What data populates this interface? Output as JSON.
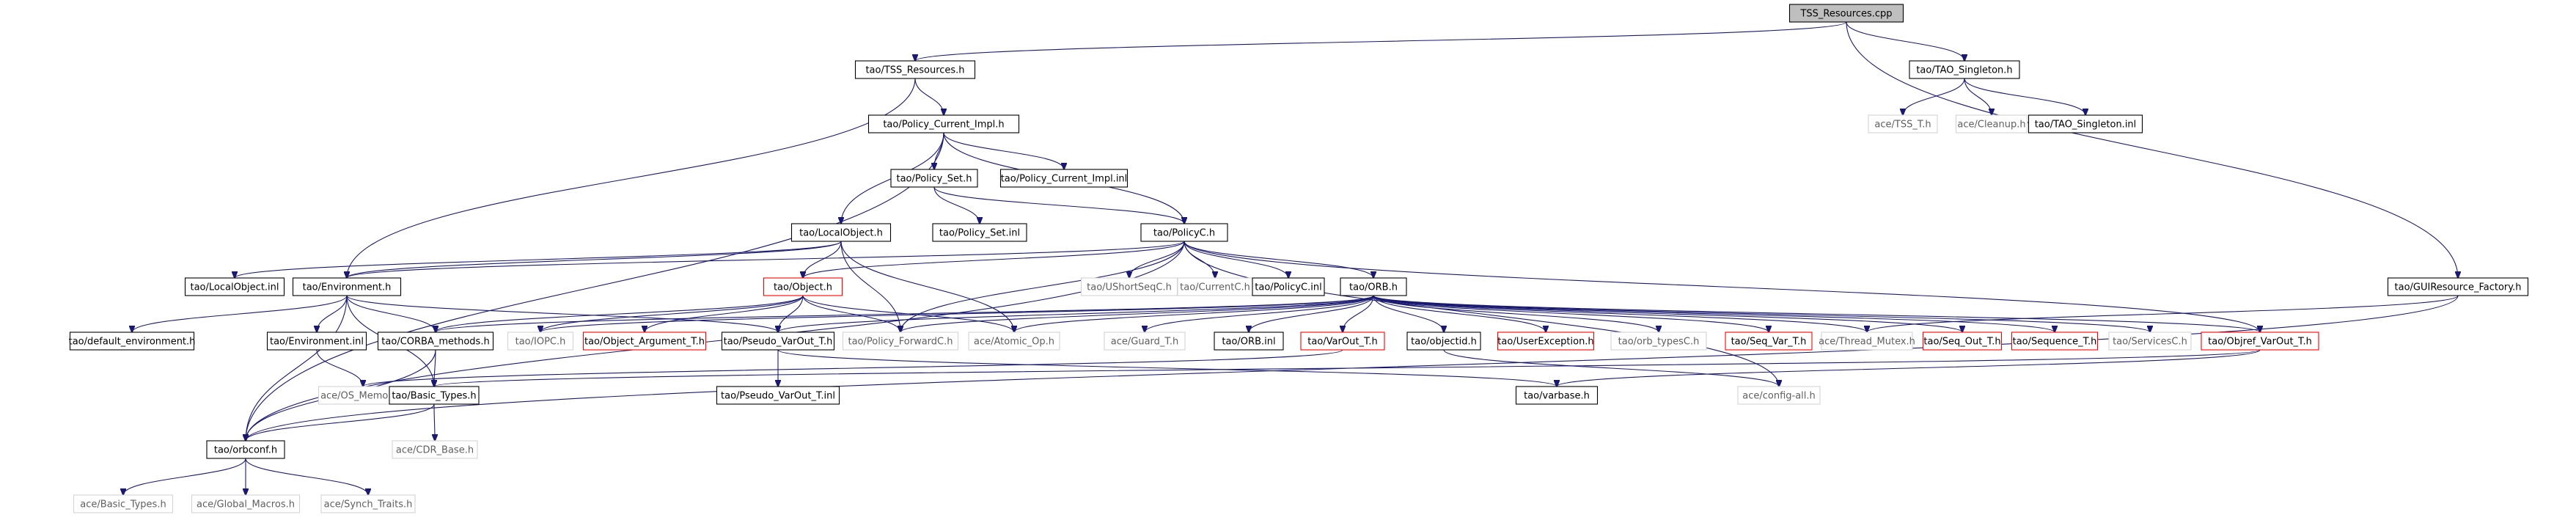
{
  "diagram": {
    "title": "",
    "nodes": [
      {
        "id": "n0",
        "label": "TSS_Resources.cpp",
        "style": "root"
      },
      {
        "id": "n1",
        "label": "tao/TSS_Resources.h",
        "style": "normal"
      },
      {
        "id": "n2",
        "label": "tao/TAO_Singleton.h",
        "style": "normal"
      },
      {
        "id": "n3",
        "label": "tao/Policy_Current_Impl.h",
        "style": "normal"
      },
      {
        "id": "n4",
        "label": "tao/Policy_Set.h",
        "style": "normal"
      },
      {
        "id": "n5",
        "label": "tao/Policy_Current_Impl.inl",
        "style": "normal"
      },
      {
        "id": "n6",
        "label": "tao/Policy_Set.inl",
        "style": "normal"
      },
      {
        "id": "n7",
        "label": "tao/LocalObject.h",
        "style": "normal"
      },
      {
        "id": "n8",
        "label": "tao/PolicyC.h",
        "style": "normal"
      },
      {
        "id": "n9",
        "label": "tao/LocalObject.inl",
        "style": "normal"
      },
      {
        "id": "n10",
        "label": "tao/Environment.h",
        "style": "normal"
      },
      {
        "id": "n11",
        "label": "tao/Object.h",
        "style": "red"
      },
      {
        "id": "n12",
        "label": "tao/UShortSeqC.h",
        "style": "gray"
      },
      {
        "id": "n13",
        "label": "tao/CurrentC.h",
        "style": "gray"
      },
      {
        "id": "n14",
        "label": "tao/PolicyC.inl",
        "style": "normal"
      },
      {
        "id": "n15",
        "label": "tao/ORB.h",
        "style": "normal"
      },
      {
        "id": "n16",
        "label": "tao/GUIResource_Factory.h",
        "style": "normal"
      },
      {
        "id": "n17",
        "label": "tao/default_environment.h",
        "style": "normal"
      },
      {
        "id": "n18",
        "label": "tao/Environment.inl",
        "style": "normal"
      },
      {
        "id": "n19",
        "label": "tao/CORBA_methods.h",
        "style": "normal"
      },
      {
        "id": "n20",
        "label": "tao/IOPC.h",
        "style": "gray"
      },
      {
        "id": "n21",
        "label": "tao/Object_Argument_T.h",
        "style": "red"
      },
      {
        "id": "n22",
        "label": "tao/Pseudo_VarOut_T.h",
        "style": "normal"
      },
      {
        "id": "n23",
        "label": "tao/Policy_ForwardC.h",
        "style": "gray"
      },
      {
        "id": "n24",
        "label": "ace/Atomic_Op.h",
        "style": "gray"
      },
      {
        "id": "n25",
        "label": "ace/Guard_T.h",
        "style": "gray"
      },
      {
        "id": "n26",
        "label": "tao/ORB.inl",
        "style": "normal"
      },
      {
        "id": "n27",
        "label": "tao/VarOut_T.h",
        "style": "red"
      },
      {
        "id": "n28",
        "label": "tao/objectid.h",
        "style": "normal"
      },
      {
        "id": "n29",
        "label": "tao/UserException.h",
        "style": "red"
      },
      {
        "id": "n30",
        "label": "tao/orb_typesC.h",
        "style": "gray"
      },
      {
        "id": "n31",
        "label": "tao/Seq_Var_T.h",
        "style": "red"
      },
      {
        "id": "n32",
        "label": "ace/Thread_Mutex.h",
        "style": "gray"
      },
      {
        "id": "n33",
        "label": "tao/Seq_Out_T.h",
        "style": "red"
      },
      {
        "id": "n34",
        "label": "tao/Sequence_T.h",
        "style": "red"
      },
      {
        "id": "n35",
        "label": "tao/ServicesC.h",
        "style": "gray"
      },
      {
        "id": "n36",
        "label": "tao/Objref_VarOut_T.h",
        "style": "red"
      },
      {
        "id": "n37",
        "label": "ace/TSS_T.h",
        "style": "gray"
      },
      {
        "id": "n38",
        "label": "ace/Cleanup.h",
        "style": "gray"
      },
      {
        "id": "n39",
        "label": "tao/TAO_Singleton.inl",
        "style": "normal"
      },
      {
        "id": "n40",
        "label": "ace/OS_Memory.h",
        "style": "gray"
      },
      {
        "id": "n41",
        "label": "tao/Basic_Types.h",
        "style": "normal"
      },
      {
        "id": "n42",
        "label": "tao/Pseudo_VarOut_T.inl",
        "style": "normal"
      },
      {
        "id": "n43",
        "label": "tao/varbase.h",
        "style": "normal"
      },
      {
        "id": "n44",
        "label": "ace/config-all.h",
        "style": "gray"
      },
      {
        "id": "n45",
        "label": "tao/orbconf.h",
        "style": "normal"
      },
      {
        "id": "n46",
        "label": "ace/CDR_Base.h",
        "style": "gray"
      },
      {
        "id": "n47",
        "label": "ace/Basic_Types.h",
        "style": "gray"
      },
      {
        "id": "n48",
        "label": "ace/Global_Macros.h",
        "style": "gray"
      },
      {
        "id": "n49",
        "label": "ace/Synch_Traits.h",
        "style": "gray"
      }
    ],
    "edges": [
      [
        "n0",
        "n1"
      ],
      [
        "n0",
        "n2"
      ],
      [
        "n0",
        "n16"
      ],
      [
        "n1",
        "n3"
      ],
      [
        "n1",
        "n10"
      ],
      [
        "n2",
        "n37"
      ],
      [
        "n2",
        "n38"
      ],
      [
        "n2",
        "n39"
      ],
      [
        "n3",
        "n4"
      ],
      [
        "n3",
        "n5"
      ],
      [
        "n3",
        "n7"
      ],
      [
        "n3",
        "n8"
      ],
      [
        "n3",
        "n45"
      ],
      [
        "n4",
        "n6"
      ],
      [
        "n4",
        "n8"
      ],
      [
        "n7",
        "n9"
      ],
      [
        "n7",
        "n11"
      ],
      [
        "n7",
        "n24"
      ],
      [
        "n7",
        "n23"
      ],
      [
        "n7",
        "n10"
      ],
      [
        "n8",
        "n10"
      ],
      [
        "n8",
        "n11"
      ],
      [
        "n8",
        "n12"
      ],
      [
        "n8",
        "n13"
      ],
      [
        "n8",
        "n14"
      ],
      [
        "n8",
        "n15"
      ],
      [
        "n8",
        "n23"
      ],
      [
        "n8",
        "n36"
      ],
      [
        "n8",
        "n44"
      ],
      [
        "n8",
        "n45"
      ],
      [
        "n10",
        "n17"
      ],
      [
        "n10",
        "n18"
      ],
      [
        "n10",
        "n19"
      ],
      [
        "n10",
        "n41"
      ],
      [
        "n10",
        "n22"
      ],
      [
        "n10",
        "n45"
      ],
      [
        "n11",
        "n19"
      ],
      [
        "n11",
        "n20"
      ],
      [
        "n11",
        "n21"
      ],
      [
        "n11",
        "n22"
      ],
      [
        "n11",
        "n23"
      ],
      [
        "n11",
        "n24"
      ],
      [
        "n15",
        "n19"
      ],
      [
        "n15",
        "n20"
      ],
      [
        "n15",
        "n22"
      ],
      [
        "n15",
        "n23"
      ],
      [
        "n15",
        "n24"
      ],
      [
        "n15",
        "n25"
      ],
      [
        "n15",
        "n26"
      ],
      [
        "n15",
        "n27"
      ],
      [
        "n15",
        "n28"
      ],
      [
        "n15",
        "n29"
      ],
      [
        "n15",
        "n30"
      ],
      [
        "n15",
        "n31"
      ],
      [
        "n15",
        "n32"
      ],
      [
        "n15",
        "n33"
      ],
      [
        "n15",
        "n34"
      ],
      [
        "n15",
        "n35"
      ],
      [
        "n15",
        "n36"
      ],
      [
        "n16",
        "n32"
      ],
      [
        "n16",
        "n45"
      ],
      [
        "n18",
        "n40"
      ],
      [
        "n19",
        "n41"
      ],
      [
        "n19",
        "n45"
      ],
      [
        "n22",
        "n42"
      ],
      [
        "n22",
        "n43"
      ],
      [
        "n27",
        "n40"
      ],
      [
        "n28",
        "n44"
      ],
      [
        "n36",
        "n41"
      ],
      [
        "n36",
        "n43"
      ],
      [
        "n41",
        "n45"
      ],
      [
        "n41",
        "n46"
      ],
      [
        "n45",
        "n47"
      ],
      [
        "n45",
        "n48"
      ],
      [
        "n45",
        "n49"
      ]
    ]
  }
}
